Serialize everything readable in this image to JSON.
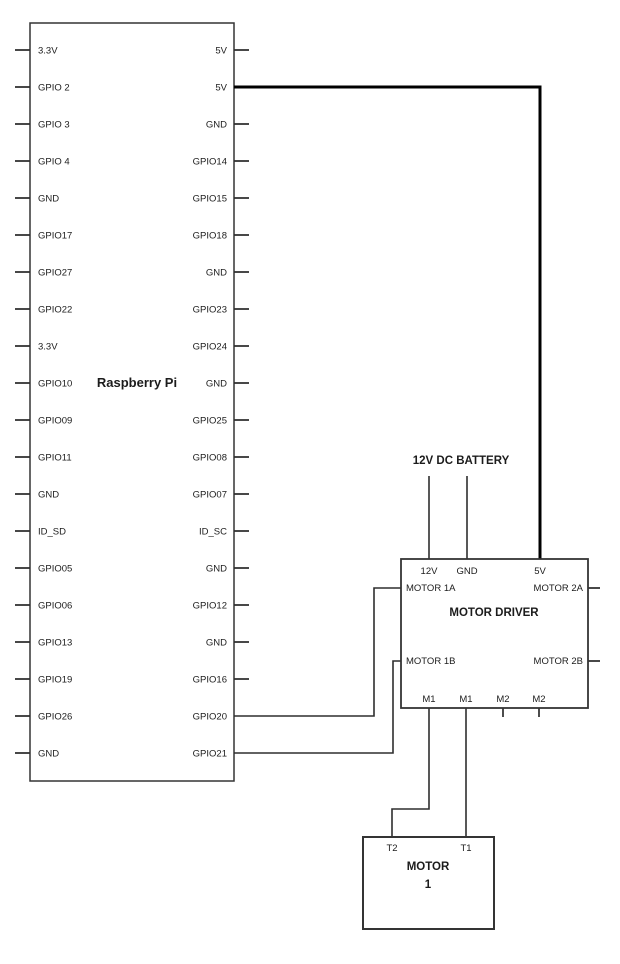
{
  "rpi": {
    "title": "Raspberry Pi",
    "left_pins": [
      "3.3V",
      "GPIO 2",
      "GPIO 3",
      "GPIO 4",
      "GND",
      "GPIO17",
      "GPIO27",
      "GPIO22",
      "3.3V",
      "GPIO10",
      "GPIO09",
      "GPIO11",
      "GND",
      "ID_SD",
      "GPIO05",
      "GPIO06",
      "GPIO13",
      "GPIO19",
      "GPIO26",
      "GND"
    ],
    "right_pins": [
      "5V",
      "5V",
      "GND",
      "GPIO14",
      "GPIO15",
      "GPIO18",
      "GND",
      "GPIO23",
      "GPIO24",
      "GND",
      "GPIO25",
      "GPIO08",
      "GPIO07",
      "ID_SC",
      "GND",
      "GPIO12",
      "GND",
      "GPIO16",
      "GPIO20",
      "GPIO21"
    ]
  },
  "battery": {
    "label": "12V DC BATTERY"
  },
  "motor_driver": {
    "title": "MOTOR DRIVER",
    "top_pins": [
      "12V",
      "GND",
      "5V"
    ],
    "left_pins": [
      "MOTOR 1A",
      "MOTOR 1B"
    ],
    "right_pins": [
      "MOTOR 2A",
      "MOTOR 2B"
    ],
    "bottom_pins": [
      "M1",
      "M1",
      "M2",
      "M2"
    ]
  },
  "motor": {
    "name": "MOTOR",
    "number": "1",
    "left_pin": "T2",
    "right_pin": "T1"
  },
  "connections": [
    {
      "from": "Raspberry Pi 5V",
      "to": "Motor Driver 5V"
    },
    {
      "from": "Raspberry Pi GPIO20",
      "to": "Motor Driver MOTOR 1A"
    },
    {
      "from": "Raspberry Pi GPIO21",
      "to": "Motor Driver MOTOR 1B"
    },
    {
      "from": "12V DC BATTERY",
      "to": "Motor Driver 12V"
    },
    {
      "from": "12V DC BATTERY",
      "to": "Motor Driver GND"
    },
    {
      "from": "Motor Driver M1",
      "to": "Motor 1 T2"
    },
    {
      "from": "Motor Driver M1",
      "to": "Motor 1 T1"
    }
  ],
  "colors": {
    "background": "#ffffff",
    "line": "#2e2e2e",
    "thick_wire": "#000000",
    "text": "#1c1c1c"
  }
}
